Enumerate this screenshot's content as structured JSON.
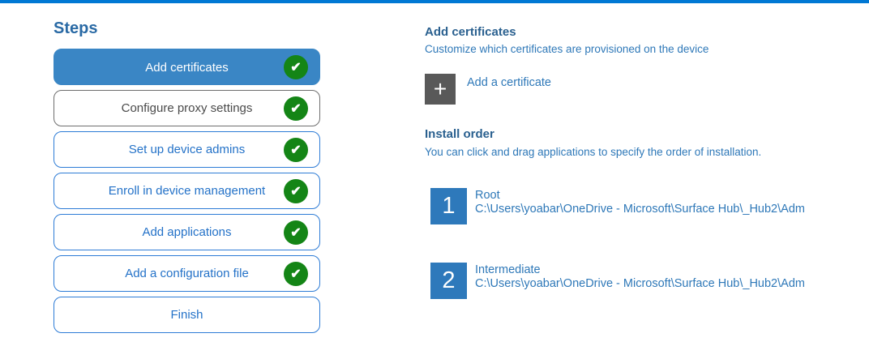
{
  "icons": {
    "check": "✔",
    "plus": "+"
  },
  "colors": {
    "top_accent_bar": "#0078d4",
    "selected_step_background": "#3a86c5",
    "step_border_blue": "#2e7cd6",
    "step_text_blue": "#2472c8",
    "step_border_gray": "#6e6e6e",
    "step_text_gray": "#4a4a4a",
    "check_green": "#148516",
    "heading_blue": "#2a608f",
    "body_text_blue": "#2e78b8",
    "order_badge_blue": "#2e79bb",
    "plus_button_gray": "#595959"
  },
  "sidebar": {
    "title": "Steps",
    "steps": [
      {
        "label": "Add certificates",
        "selected": true,
        "completed": true
      },
      {
        "label": "Configure proxy settings",
        "selected": false,
        "completed": true
      },
      {
        "label": "Set up device admins",
        "selected": false,
        "completed": true
      },
      {
        "label": "Enroll in device management",
        "selected": false,
        "completed": true
      },
      {
        "label": "Add applications",
        "selected": false,
        "completed": true
      },
      {
        "label": "Add a configuration file",
        "selected": false,
        "completed": true
      },
      {
        "label": "Finish",
        "selected": false,
        "completed": false
      }
    ]
  },
  "main": {
    "title": "Add certificates",
    "subtitle": "Customize which certificates are provisioned on the device",
    "add_button": {
      "label": "Add a certificate"
    },
    "install_order": {
      "title": "Install order",
      "description": "You can click and drag applications to specify the order of installation.",
      "items": [
        {
          "order": "1",
          "name": "Root",
          "path": "C:\\Users\\yoabar\\OneDrive - Microsoft\\Surface Hub\\_Hub2\\Adm"
        },
        {
          "order": "2",
          "name": "Intermediate",
          "path": "C:\\Users\\yoabar\\OneDrive - Microsoft\\Surface Hub\\_Hub2\\Adm"
        }
      ]
    }
  }
}
